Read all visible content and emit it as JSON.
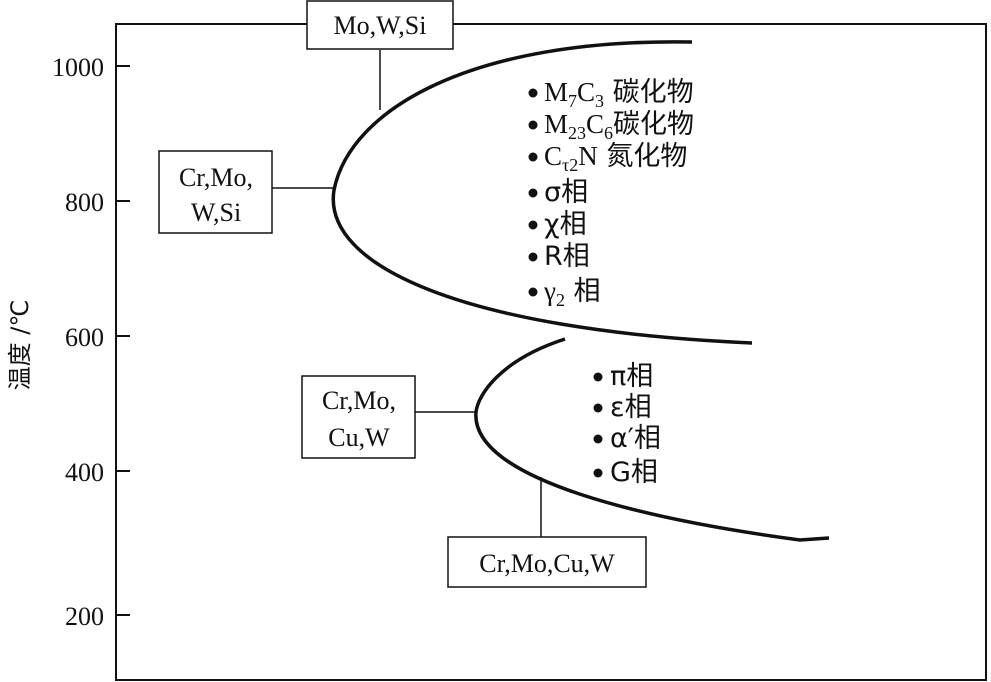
{
  "y_axis": {
    "title": "温度 /℃",
    "ticks": [
      "1000",
      "800",
      "600",
      "400",
      "200"
    ]
  },
  "boxes": {
    "top": "Mo,W,Si",
    "upper_left_line1": "Cr,Mo,",
    "upper_left_line2": "W,Si",
    "lower_left_line1": "Cr,Mo,",
    "lower_left_line2": "Cu,W",
    "bottom": "Cr,Mo,Cu,W"
  },
  "upper_phases": {
    "m7c3": {
      "m": "M",
      "m_sub": "7",
      "c": "C",
      "c_sub": "3",
      "suffix": " 碳化物"
    },
    "m23c6": {
      "m": "M",
      "m_sub": "23",
      "c": "C",
      "c_sub": "6",
      "suffix": "碳化物"
    },
    "ct2n": {
      "c": "C",
      "c_sub": "τ2",
      "n": "N",
      "suffix": " 氮化物"
    },
    "sigma": "σ相",
    "chi": "χ相",
    "r": "R相",
    "gamma2": {
      "g": "γ",
      "g_sub": "2",
      "suffix": " 相"
    }
  },
  "lower_phases": {
    "pi": "π相",
    "epsilon": "ε相",
    "alpha_prime": "α′相",
    "g": "G相"
  }
}
